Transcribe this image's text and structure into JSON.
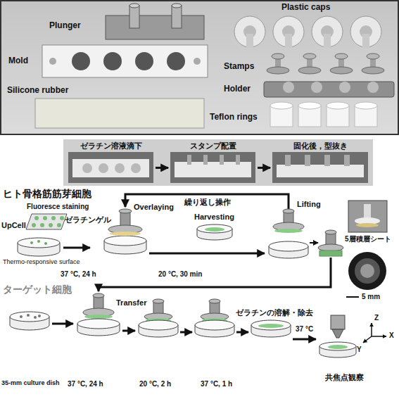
{
  "diagram": {
    "nodes": [
      {
        "text": [
          "ゼラチン溶液滴下"
        ]
      },
      {
        "text": [
          "スタンプ配置"
        ]
      },
      {
        "text": [
          "固化後，型抜き"
        ]
      }
    ],
    "edges": [
      {
        "from": 0,
        "to": 1,
        "arrow": "to"
      },
      {
        "from": 1,
        "to": 2,
        "arrow": "to"
      }
    ],
    "labels": [
      "Plunger",
      "Plastic caps",
      "Mold",
      "Stamps",
      "Holder",
      "Teflon rings",
      "Silicone rubber",
      "ヒト骨格筋筋芽細胞",
      "Fluoresce staining",
      "繰り返し操作",
      "ゼラチンゲル",
      "Overlaying",
      "Lifting",
      "Harvesting",
      "UpCell",
      "5層積層シート",
      "37 °C, 24 h",
      "20 °C, 30 min",
      "Thermo-responsive surface",
      "5 mm",
      "ターゲット細胞",
      "Transfer",
      "ゼラチンの溶解・除去",
      "35-mm culture dish",
      "37 °C, 24 h",
      "20 °C, 2 h",
      "37 °C, 1 h",
      "37 °C",
      "共焦点観察",
      "Y",
      "X",
      "Z"
    ]
  }
}
